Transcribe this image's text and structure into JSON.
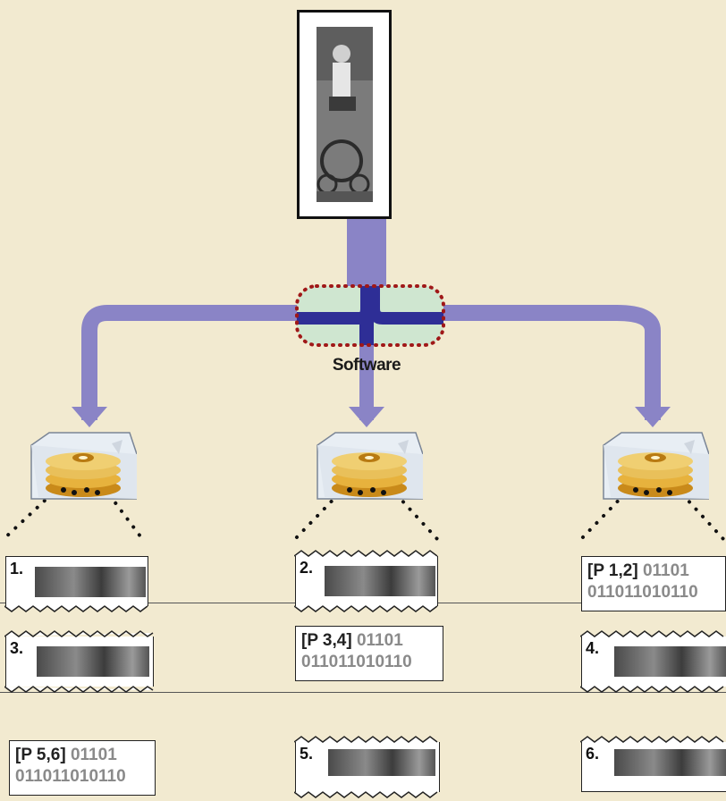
{
  "source_image": {
    "label": "photo-child-on-tricycle",
    "icon": "photograph"
  },
  "software": {
    "label": "Software",
    "highlight_color": "#cfe6d0",
    "border_color": "#a01818"
  },
  "colors": {
    "background": "#f2ead0",
    "arrow": "#8a84c6",
    "arrow_core": "#2e2e96",
    "bits": "#8a8a8a"
  },
  "drives": [
    {
      "name": "drive-1",
      "icon": "hard-disk"
    },
    {
      "name": "drive-2",
      "icon": "hard-disk"
    },
    {
      "name": "drive-3",
      "icon": "hard-disk"
    }
  ],
  "stripes": [
    {
      "row": 1,
      "cells": [
        {
          "type": "data",
          "label": "1."
        },
        {
          "type": "data",
          "label": "2."
        },
        {
          "type": "parity",
          "tag": "[P 1,2]",
          "bits_a": "01101",
          "bits_b": "011011010110"
        }
      ]
    },
    {
      "row": 2,
      "cells": [
        {
          "type": "data",
          "label": "3."
        },
        {
          "type": "parity",
          "tag": "[P 3,4]",
          "bits_a": "01101",
          "bits_b": "011011010110"
        },
        {
          "type": "data",
          "label": "4."
        }
      ]
    },
    {
      "row": 3,
      "cells": [
        {
          "type": "parity",
          "tag": "[P 5,6]",
          "bits_a": "01101",
          "bits_b": "011011010110"
        },
        {
          "type": "data",
          "label": "5."
        },
        {
          "type": "data",
          "label": "6."
        }
      ]
    }
  ]
}
